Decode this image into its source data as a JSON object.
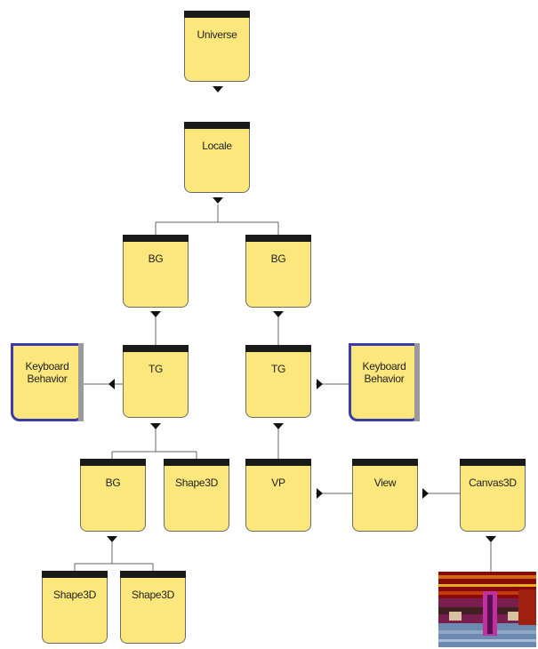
{
  "nodes": {
    "universe": "Universe",
    "locale": "Locale",
    "bg_left": "BG",
    "bg_right": "BG",
    "tg_left": "TG",
    "tg_right": "TG",
    "kb_left": "Keyboard Behavior",
    "kb_right": "Keyboard Behavior",
    "bg_bottom": "BG",
    "shape3d_mid": "Shape3D",
    "vp": "VP",
    "view": "View",
    "canvas3d": "Canvas3D",
    "shape3d_a": "Shape3D",
    "shape3d_b": "Shape3D"
  },
  "colors": {
    "node_fill": "#fbe77c",
    "node_header": "#1a1a1a",
    "behavior_border": "#3a3aa8",
    "line": "#555555"
  }
}
